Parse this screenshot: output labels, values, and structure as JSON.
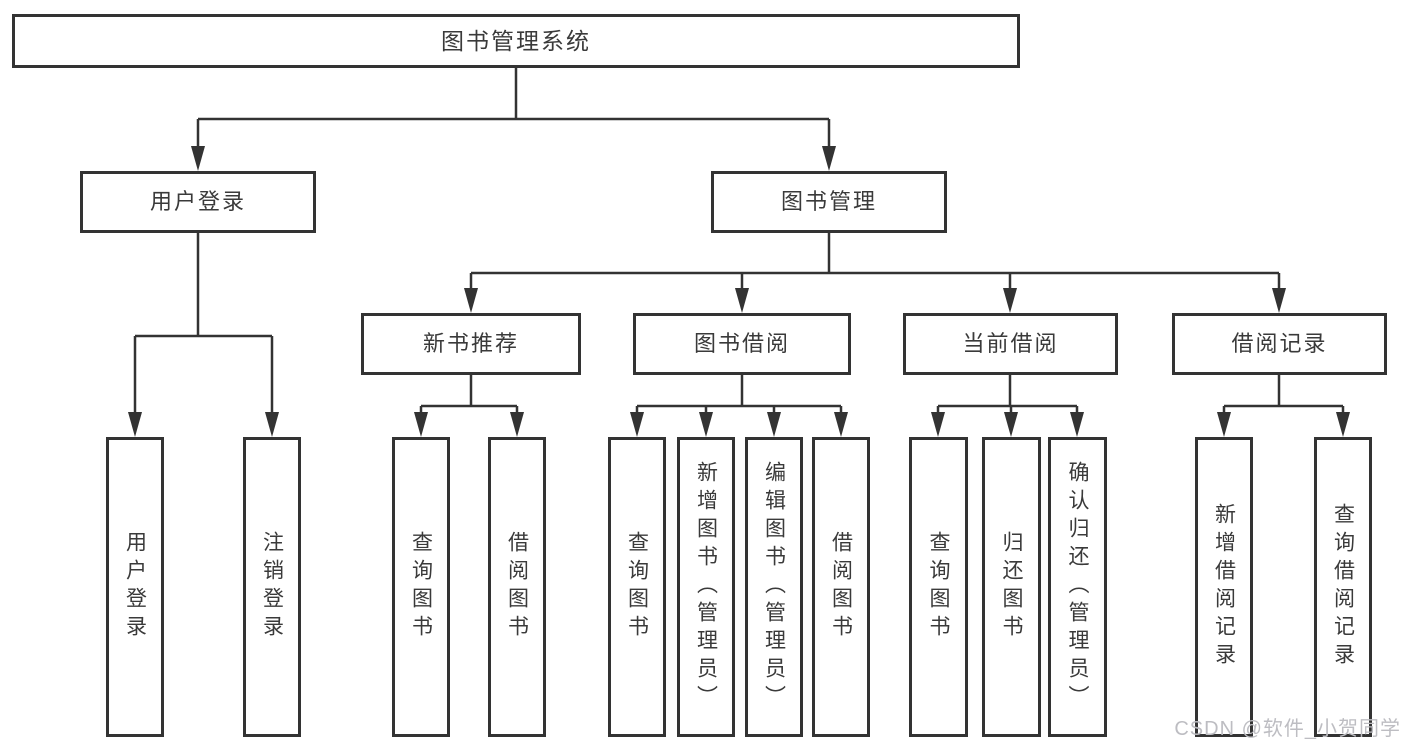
{
  "colors": {
    "line": "#333333",
    "box_border": "#333333",
    "text": "#3a3a3a",
    "watermark": "#bdbdc2",
    "background": "#ffffff"
  },
  "watermark": "CSDN @软件_小贺同学",
  "tree": {
    "root": "图书管理系统",
    "branches": [
      {
        "label": "用户登录",
        "children": [
          "用户登录",
          "注销登录"
        ]
      },
      {
        "label": "图书管理",
        "groups": [
          {
            "label": "新书推荐",
            "children": [
              "查询图书",
              "借阅图书"
            ]
          },
          {
            "label": "图书借阅",
            "children": [
              "查询图书",
              "新增图书（管理员）",
              "编辑图书（管理员）",
              "借阅图书"
            ]
          },
          {
            "label": "当前借阅",
            "children": [
              "查询图书",
              "归还图书",
              "确认归还（管理员）"
            ]
          },
          {
            "label": "借阅记录",
            "children": [
              "新增借阅记录",
              "查询借阅记录"
            ]
          }
        ]
      }
    ]
  }
}
